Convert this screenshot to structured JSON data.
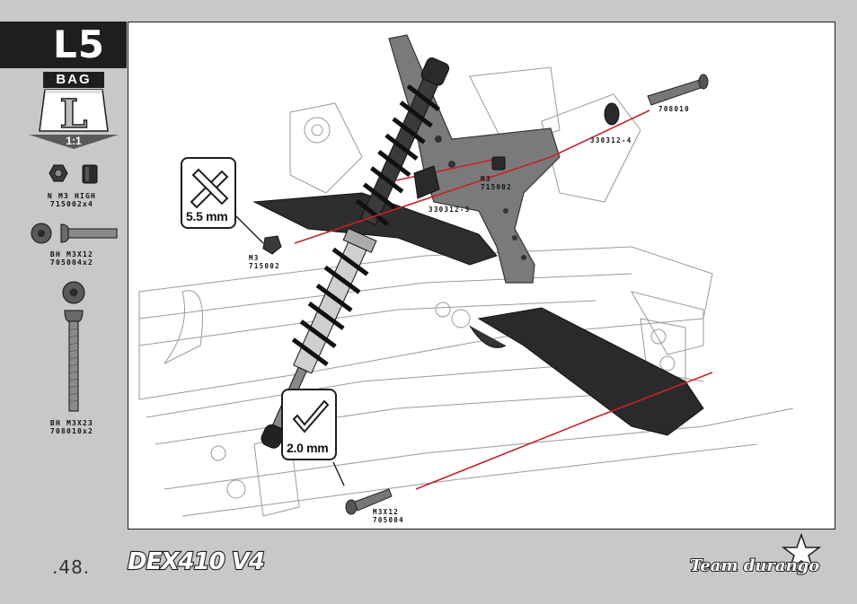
{
  "step": {
    "label": "L5"
  },
  "bag": {
    "label": "BAG",
    "letter": "L",
    "scale": "1:1"
  },
  "parts": [
    {
      "name": "N M3 HIGH",
      "code": "715002x4"
    },
    {
      "name": "BH M3X12",
      "code": "705004x2"
    },
    {
      "name": "BH M3X23",
      "code": "708010x2"
    }
  ],
  "callouts": {
    "bolt_top": "708010",
    "washer": "330312-4",
    "nut_right_line1": "M3",
    "nut_right_line2": "715002",
    "spacer": "330312-3",
    "nut_left_line1": "M3",
    "nut_left_line2": "715002",
    "bolt_bottom_line1": "M3X12",
    "bolt_bottom_line2": "705004"
  },
  "tools": {
    "cross_wrench": "5.5 mm",
    "hex_key": "2.0 mm"
  },
  "footer": {
    "page_number": ".48.",
    "product_logo": "DEX410 V4",
    "brand_logo": "Team durango"
  },
  "colors": {
    "background": "#c8c8c8",
    "dark": "#1e1e1e",
    "guide_line": "#c8202a"
  }
}
